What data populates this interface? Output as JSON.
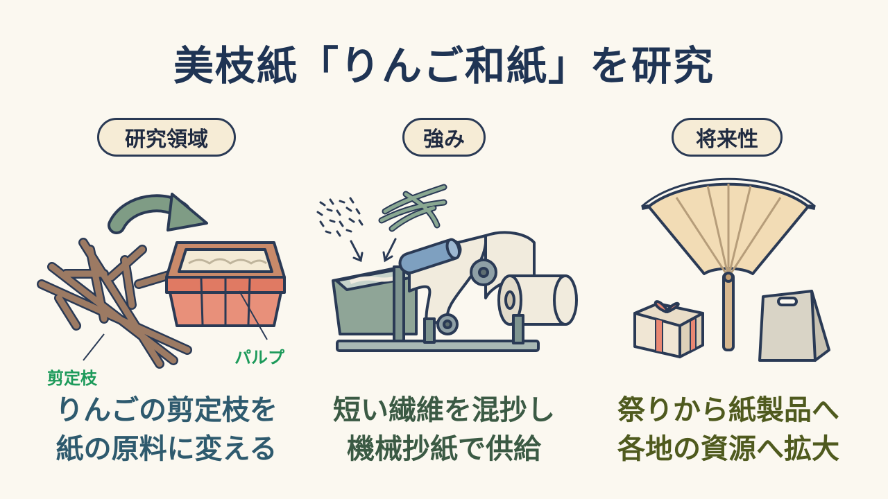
{
  "title": "美枝紙「りんご和紙」を研究",
  "columns": [
    {
      "heading": "研究領域",
      "caption_line1": "りんごの剪定枝を",
      "caption_line2": "紙の原料に変える",
      "callouts": [
        "剪定枝",
        "パルプ"
      ],
      "caption_color": "#2e5a6e"
    },
    {
      "heading": "強み",
      "caption_line1": "短い繊維を混抄し",
      "caption_line2": "機械抄紙で供給",
      "caption_color": "#3b5a44"
    },
    {
      "heading": "将来性",
      "caption_line1": "祭りから紙製品へ",
      "caption_line2": "各地の資源へ拡大",
      "caption_color": "#4f5a1e"
    }
  ],
  "icons": [
    "pruned-branches-icon",
    "arrow-icon",
    "pulp-tray-icon",
    "fibers-icon",
    "paper-machine-icon",
    "paper-fan-icon",
    "gift-box-icon",
    "paper-bag-icon"
  ]
}
